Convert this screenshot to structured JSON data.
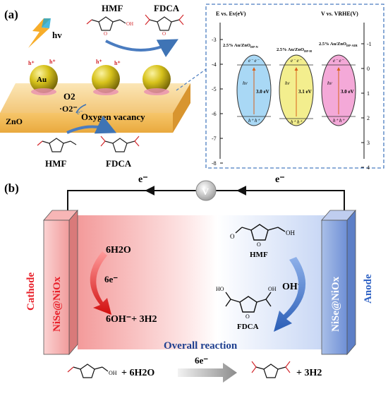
{
  "panel_a": {
    "label": "(a)",
    "light_label": "hv",
    "hmf_label": "HMF",
    "fdca_label": "FDCA",
    "au_label": "Au",
    "zno_label": "ZnO",
    "o2_label": "O2",
    "superoxide_label": "·O2⁻",
    "electron_label": "e⁻",
    "hole_label": "h⁺",
    "vacancy_label": "Oxygen vacancy",
    "hmf_bottom_label": "HMF",
    "fdca_bottom_label": "FDCA",
    "band_chart": {
      "left_axis_title": "E vs. Ev(eV)",
      "right_axis_title": "V vs. VRHE(V)",
      "left_ticks": [
        "-3",
        "-4",
        "-5",
        "-6",
        "-7",
        "-8"
      ],
      "right_ticks": [
        "-1",
        "0",
        "1",
        "2",
        "3",
        "4"
      ],
      "samples": [
        {
          "name": "2.5% Au/ZnO",
          "sub": "DP-N",
          "gap": "3.0 eV",
          "color": "#a9d8f5"
        },
        {
          "name": "2.5% Au/ZnO",
          "sub": "DP-H",
          "gap": "3.1 eV",
          "color": "#f3ee8e"
        },
        {
          "name": "2.5% Au/ZnO",
          "sub": "DP-AIR",
          "gap": "3.0 eV",
          "color": "#f4a9d8"
        }
      ],
      "cb_label": "e⁻  e⁻",
      "vb_label": "h⁺  h⁺",
      "hv_label": "hv"
    }
  },
  "panel_b": {
    "label": "(b)",
    "electron_left": "e⁻",
    "electron_right": "e⁻",
    "voltmeter": "V",
    "cathode_label": "Cathode",
    "anode_label": "Anode",
    "cathode_electrode": "NiSe@NiOx",
    "anode_electrode": "NiSe@NiOx",
    "water": "6H2O",
    "six_e": "6e⁻",
    "products": "6OH⁻+ 3H2",
    "hmf": "HMF",
    "hydroxide": "OH⁻",
    "fdca": "FDCA",
    "overall": "Overall reaction",
    "eq_plus_water": "+ 6H2O",
    "eq_six_e": "6e⁻",
    "eq_plus_h2": "+ 3H2"
  }
}
